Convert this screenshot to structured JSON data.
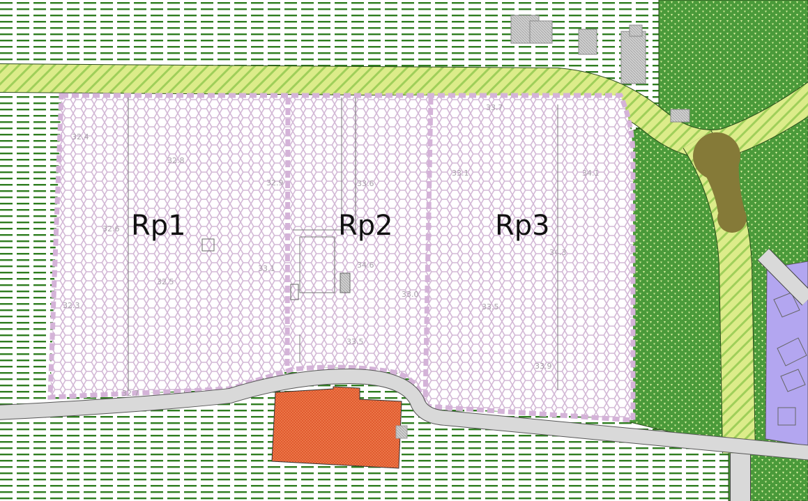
{
  "map": {
    "zones": [
      {
        "label": "Rp1"
      },
      {
        "label": "Rp2"
      },
      {
        "label": "Rp3"
      }
    ],
    "spot_heights": [
      "32.8",
      "32.9",
      "32.6",
      "33.1",
      "32.5",
      "32.3",
      "33.6",
      "34.6",
      "33.0",
      "33.5",
      "33.7",
      "33.1",
      "34.1",
      "33.5",
      "33.9",
      "32.4",
      "32.7",
      "34.3"
    ],
    "colors": {
      "agri_stripe": "#2e7d1f",
      "forest": "#4a9a3a",
      "road_green": "#d6e87a",
      "residential_zone": "#d9bfd9",
      "road_gray": "#d6d6d6",
      "building_orange": "#e0552a",
      "built_purple": "#b3a6f0",
      "pond": "#857a38"
    }
  }
}
